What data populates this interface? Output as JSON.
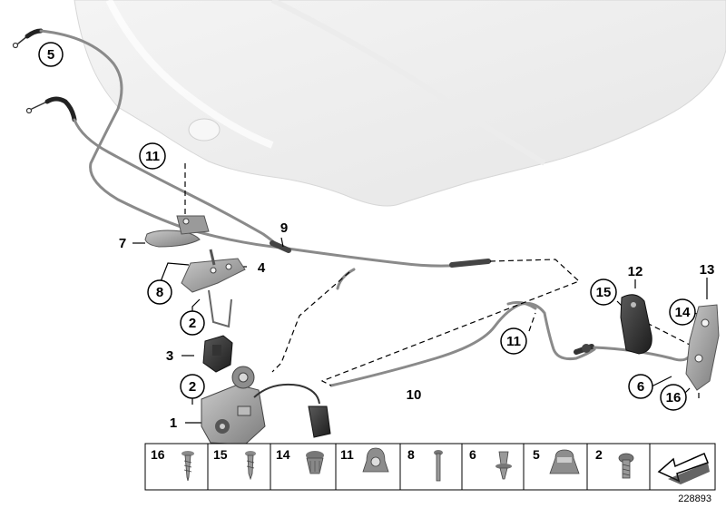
{
  "callouts": {
    "c5": "5",
    "c11a": "11",
    "c7": "7",
    "c9": "9",
    "c4": "4",
    "c8": "8",
    "c2a": "2",
    "c3": "3",
    "c2b": "2",
    "c1": "1",
    "c10": "10",
    "c11b": "11",
    "c12": "12",
    "c15": "15",
    "c13": "13",
    "c14": "14",
    "c6": "6",
    "c16": "16"
  },
  "legend": {
    "items": [
      {
        "label": "16",
        "icon": "screw-icon"
      },
      {
        "label": "15",
        "icon": "screw-icon"
      },
      {
        "label": "14",
        "icon": "expanding-nut-icon"
      },
      {
        "label": "11",
        "icon": "cable-clip-icon"
      },
      {
        "label": "8",
        "icon": "blind-rivet-icon"
      },
      {
        "label": "6",
        "icon": "push-clip-icon"
      },
      {
        "label": "5",
        "icon": "cable-holder-icon"
      },
      {
        "label": "2",
        "icon": "hex-bolt-icon"
      }
    ],
    "arrow_icon": "arrow-icon"
  },
  "reference_number": "228893"
}
